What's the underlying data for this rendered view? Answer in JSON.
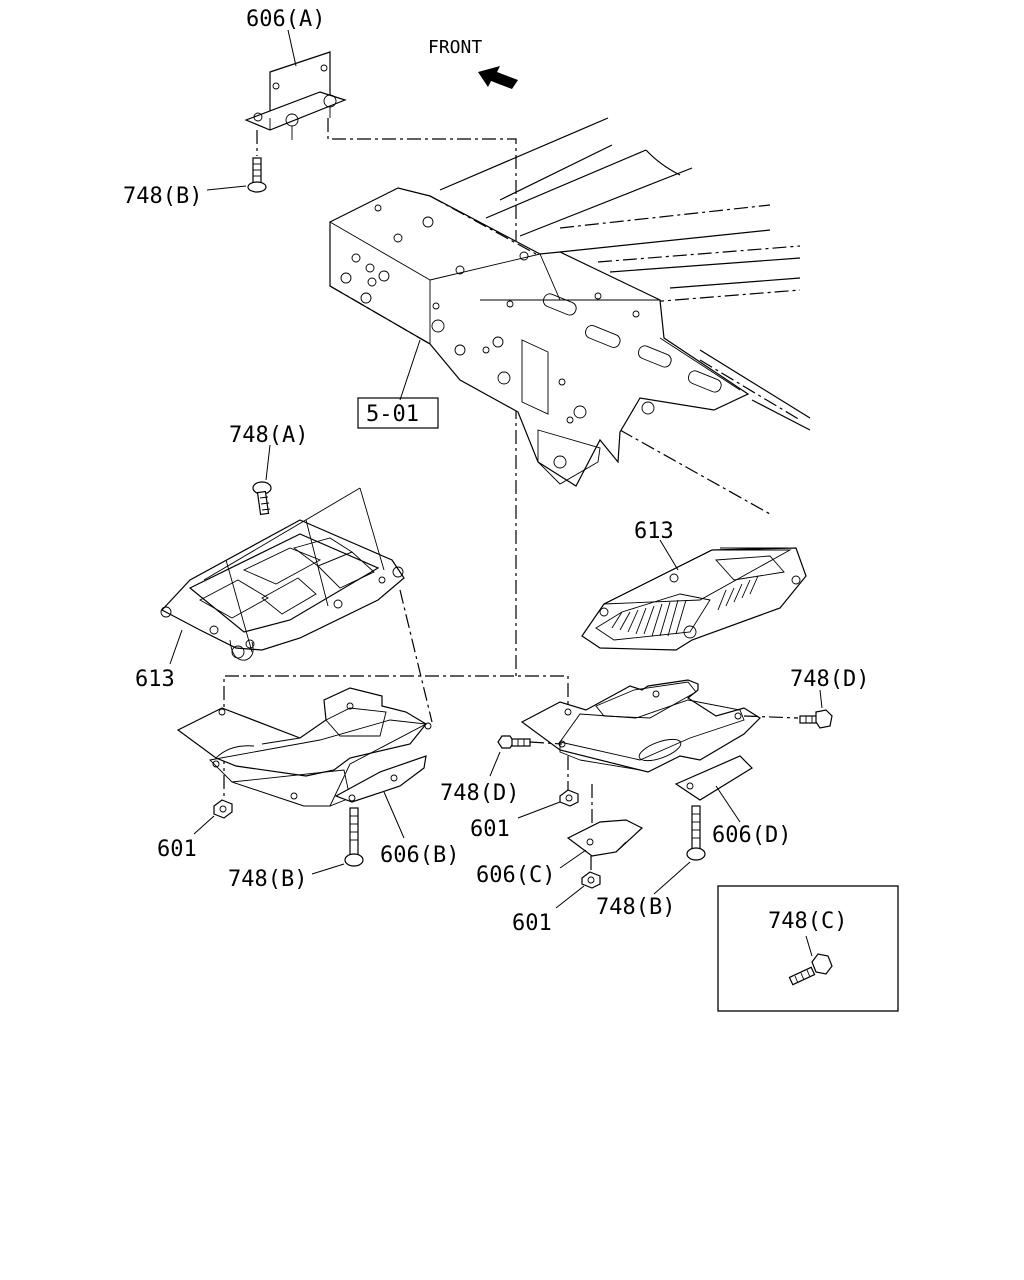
{
  "direction_label": "FRONT",
  "labels": {
    "bracket_a": "606(A)",
    "bolt_b_top": "748(B)",
    "frame_ref": "5-01",
    "bolt_a": "748(A)",
    "module_left": "613",
    "module_right": "613",
    "bolt_d_right": "748(D)",
    "bolt_d_mid": "748(D)",
    "nut_left": "601",
    "bolt_b_left": "748(B)",
    "bracket_b": "606(B)",
    "nut_mid": "601",
    "bracket_c": "606(C)",
    "bracket_d": "606(D)",
    "nut_bottom": "601",
    "bolt_b_right": "748(B)",
    "inset_bolt": "748(C)"
  },
  "icons": {
    "direction": "front-arrow-icon"
  }
}
